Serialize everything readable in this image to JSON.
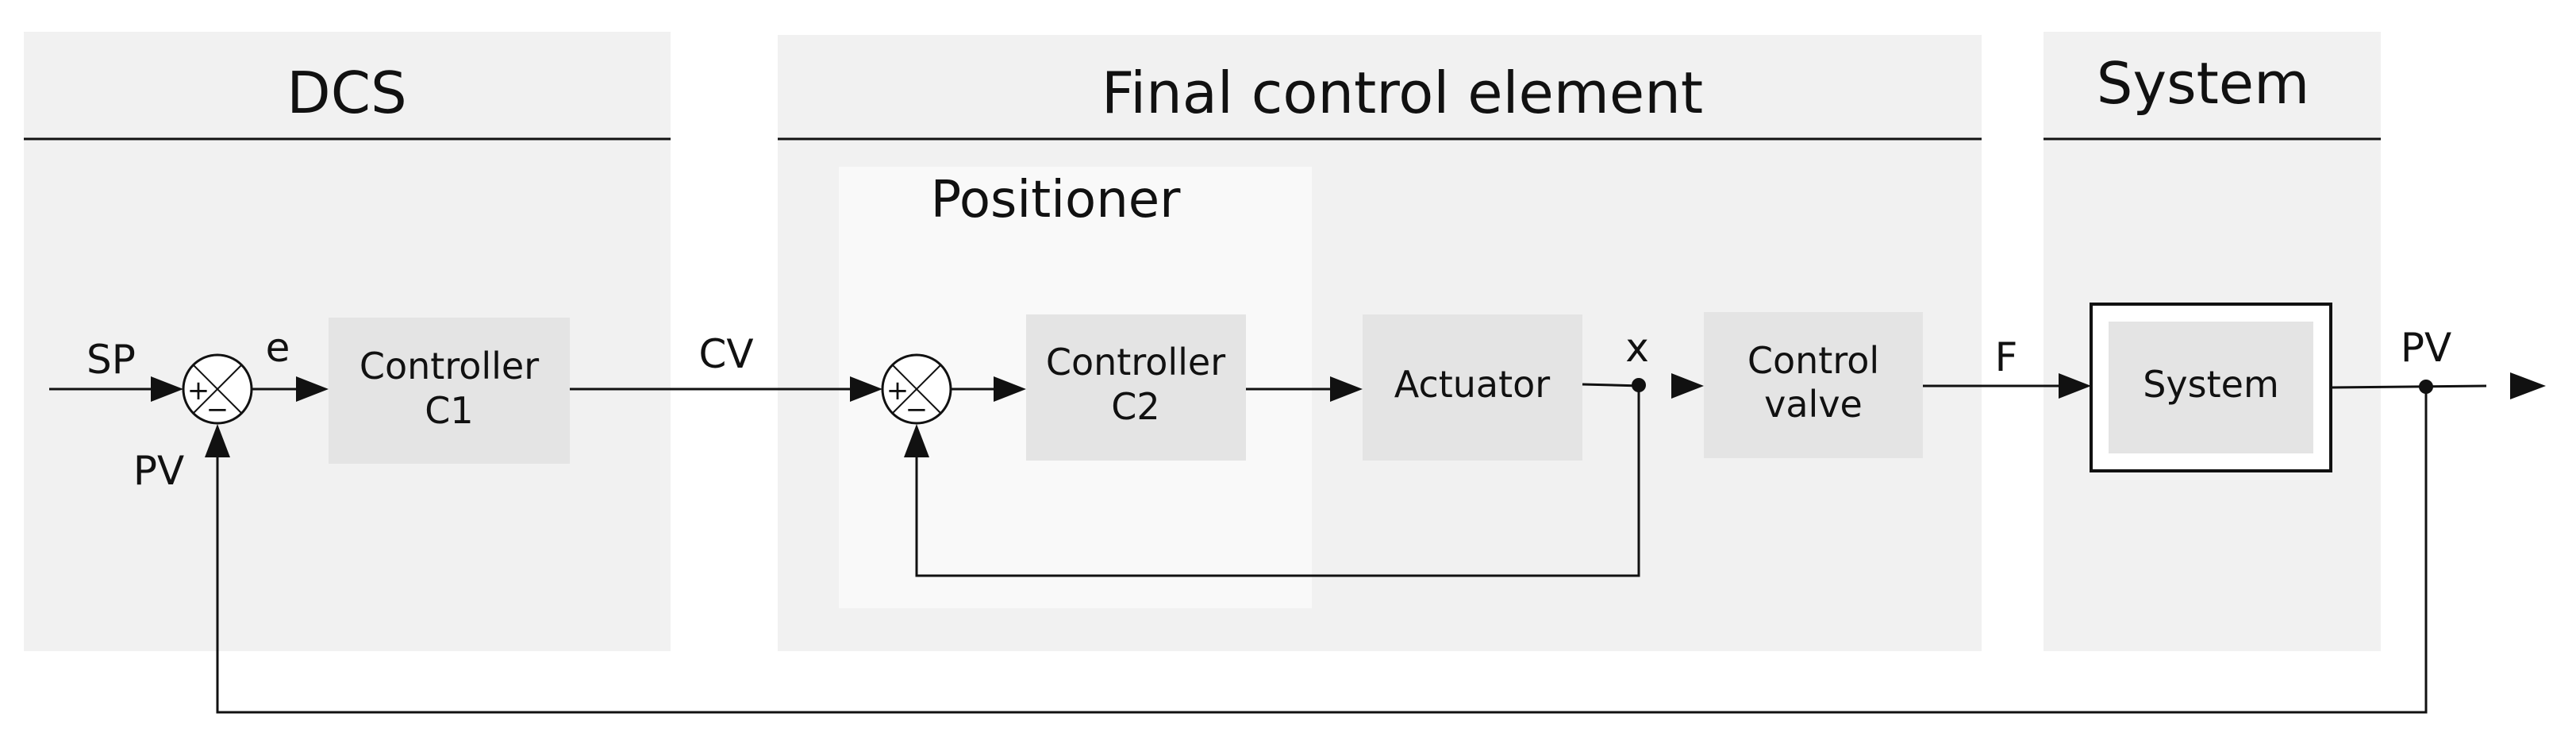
{
  "sections": {
    "dcs": "DCS",
    "final": "Final control element",
    "system": "System"
  },
  "positioner": "Positioner",
  "blocks": {
    "c1_line1": "Controller",
    "c1_line2": "C1",
    "c2_line1": "Controller",
    "c2_line2": "C2",
    "actuator": "Actuator",
    "valve_line1": "Control",
    "valve_line2": "valve",
    "system": "System"
  },
  "signals": {
    "sp": "SP",
    "e": "e",
    "pv_in": "PV",
    "cv": "CV",
    "x": "x",
    "f": "F",
    "pv_out": "PV"
  },
  "summing_signs": {
    "plus": "+",
    "minus": "−"
  }
}
